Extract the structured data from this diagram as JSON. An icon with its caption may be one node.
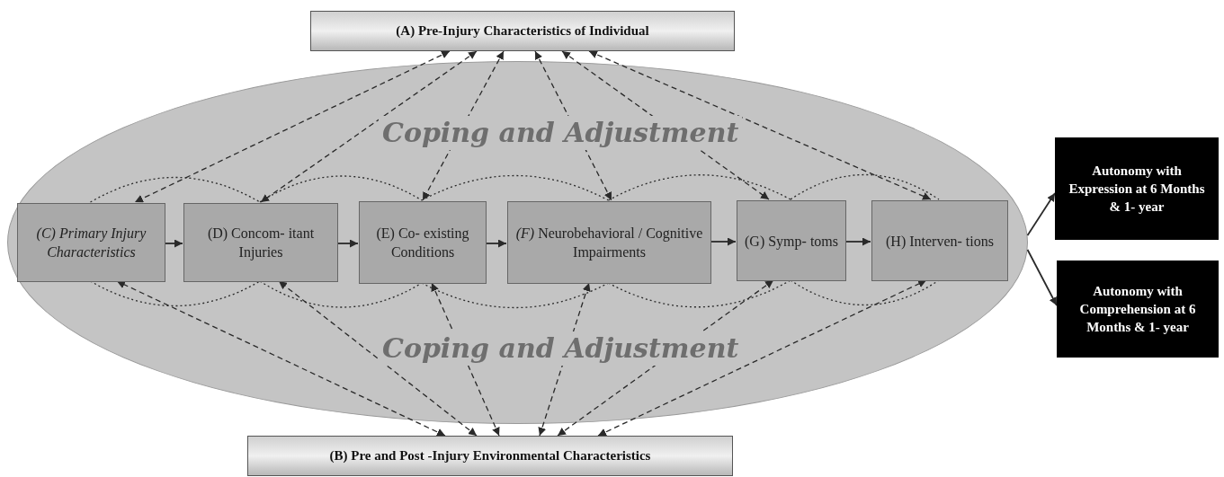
{
  "diagram": {
    "nodes": [
      {
        "text": [
          "(A) Pre-Injury Characteristics of Individual"
        ]
      },
      {
        "text": [
          "Coping and Adjustment",
          "Coping and Adjustment"
        ]
      },
      {
        "text": [
          "(C) Primary Injury Characteristics"
        ],
        "in": 1
      },
      {
        "text": [
          "(D) Concom- itant Injuries"
        ],
        "in": 1
      },
      {
        "text": [
          "(E) Co- existing Conditions"
        ],
        "in": 1
      },
      {
        "text": [
          "*(F)* Neurobehavioral / Cognitive Impairments"
        ],
        "in": 1
      },
      {
        "text": [
          "(G) Symp- toms"
        ],
        "in": 1
      },
      {
        "text": [
          "(H) Interven- tions"
        ],
        "in": 1
      },
      {
        "text": [
          "Autonomy with Expression at 6 Months & 1- year"
        ]
      },
      {
        "text": [
          "Autonomy with Comprehension at 6 Months & 1- year"
        ]
      },
      {
        "text": [
          "(B) Pre and Post -Injury Environmental Characteristics"
        ]
      }
    ],
    "edges": [
      {
        "from": 0,
        "to": 2,
        "arrow": "both",
        "style": "dashed"
      },
      {
        "from": 0,
        "to": 3,
        "arrow": "both",
        "style": "dashed"
      },
      {
        "from": 0,
        "to": 4,
        "arrow": "both",
        "style": "dashed"
      },
      {
        "from": 0,
        "to": 5,
        "arrow": "both",
        "style": "dashed"
      },
      {
        "from": 0,
        "to": 6,
        "arrow": "both",
        "style": "dashed"
      },
      {
        "from": 0,
        "to": 7,
        "arrow": "both",
        "style": "dashed"
      },
      {
        "from": 10,
        "to": 2,
        "arrow": "both",
        "style": "dashed"
      },
      {
        "from": 10,
        "to": 3,
        "arrow": "both",
        "style": "dashed"
      },
      {
        "from": 10,
        "to": 4,
        "arrow": "both",
        "style": "dashed"
      },
      {
        "from": 10,
        "to": 5,
        "arrow": "both",
        "style": "dashed"
      },
      {
        "from": 10,
        "to": 6,
        "arrow": "both",
        "style": "dashed"
      },
      {
        "from": 10,
        "to": 7,
        "arrow": "both",
        "style": "dashed"
      },
      {
        "from": 2,
        "to": 3,
        "arrow": "to"
      },
      {
        "from": 3,
        "to": 4,
        "arrow": "to"
      },
      {
        "from": 4,
        "to": 5,
        "arrow": "to"
      },
      {
        "from": 5,
        "to": 6,
        "arrow": "to"
      },
      {
        "from": 6,
        "to": 7,
        "arrow": "to"
      },
      {
        "from": 2,
        "to": 3,
        "arrow": "none",
        "style": "dashed"
      },
      {
        "from": 3,
        "to": 4,
        "arrow": "none",
        "style": "dashed"
      },
      {
        "from": 4,
        "to": 5,
        "arrow": "none",
        "style": "dashed"
      },
      {
        "from": 5,
        "to": 6,
        "arrow": "none",
        "style": "dashed"
      },
      {
        "from": 6,
        "to": 7,
        "arrow": "none",
        "style": "dashed"
      },
      {
        "from": 2,
        "to": 3,
        "arrow": "none",
        "style": "dashed"
      },
      {
        "from": 3,
        "to": 4,
        "arrow": "none",
        "style": "dashed"
      },
      {
        "from": 4,
        "to": 5,
        "arrow": "none",
        "style": "dashed"
      },
      {
        "from": 5,
        "to": 6,
        "arrow": "none",
        "style": "dashed"
      },
      {
        "from": 6,
        "to": 7,
        "arrow": "none",
        "style": "dashed"
      },
      {
        "from": 1,
        "to": 8,
        "arrow": "to"
      },
      {
        "from": 1,
        "to": 9,
        "arrow": "to"
      }
    ]
  }
}
